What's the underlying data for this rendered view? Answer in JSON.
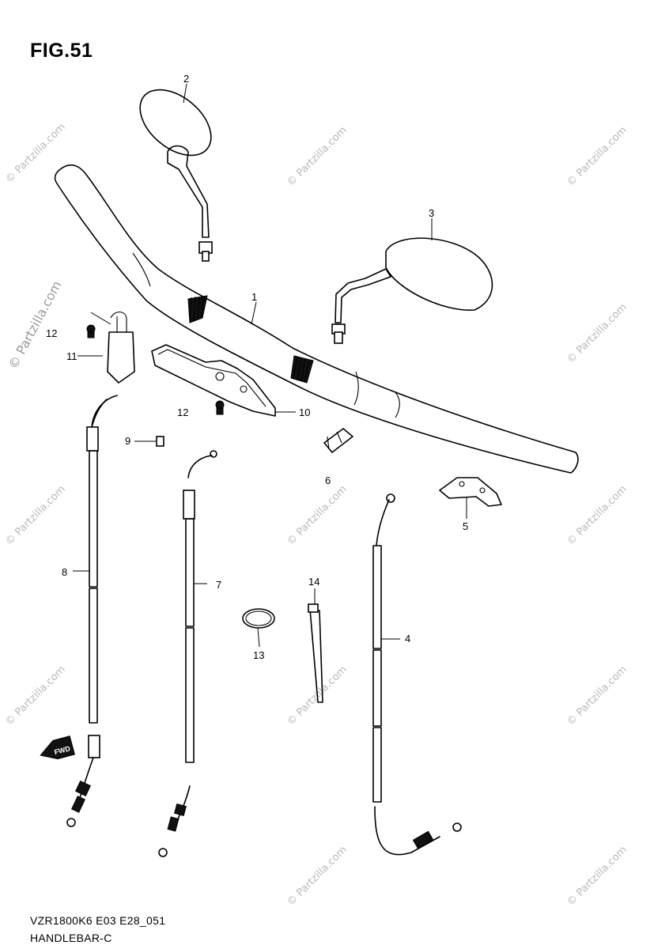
{
  "figure": {
    "title": "FIG.51"
  },
  "footer": {
    "code": "VZR1800K6 E03 E28_051",
    "name": "HANDLEBAR-C"
  },
  "watermark": {
    "text": "© Partzilla.com",
    "color": "#b9b9b9"
  },
  "direction_badge": {
    "text": "FWD"
  },
  "callouts": [
    {
      "id": "1",
      "label": "1"
    },
    {
      "id": "2",
      "label": "2"
    },
    {
      "id": "3",
      "label": "3"
    },
    {
      "id": "4",
      "label": "4"
    },
    {
      "id": "5",
      "label": "5"
    },
    {
      "id": "6",
      "label": "6"
    },
    {
      "id": "7",
      "label": "7"
    },
    {
      "id": "8",
      "label": "8"
    },
    {
      "id": "9",
      "label": "9"
    },
    {
      "id": "10",
      "label": "10"
    },
    {
      "id": "11",
      "label": "11"
    },
    {
      "id": "12a",
      "label": "12"
    },
    {
      "id": "12b",
      "label": "12"
    },
    {
      "id": "13",
      "label": "13"
    },
    {
      "id": "14",
      "label": "14"
    }
  ]
}
